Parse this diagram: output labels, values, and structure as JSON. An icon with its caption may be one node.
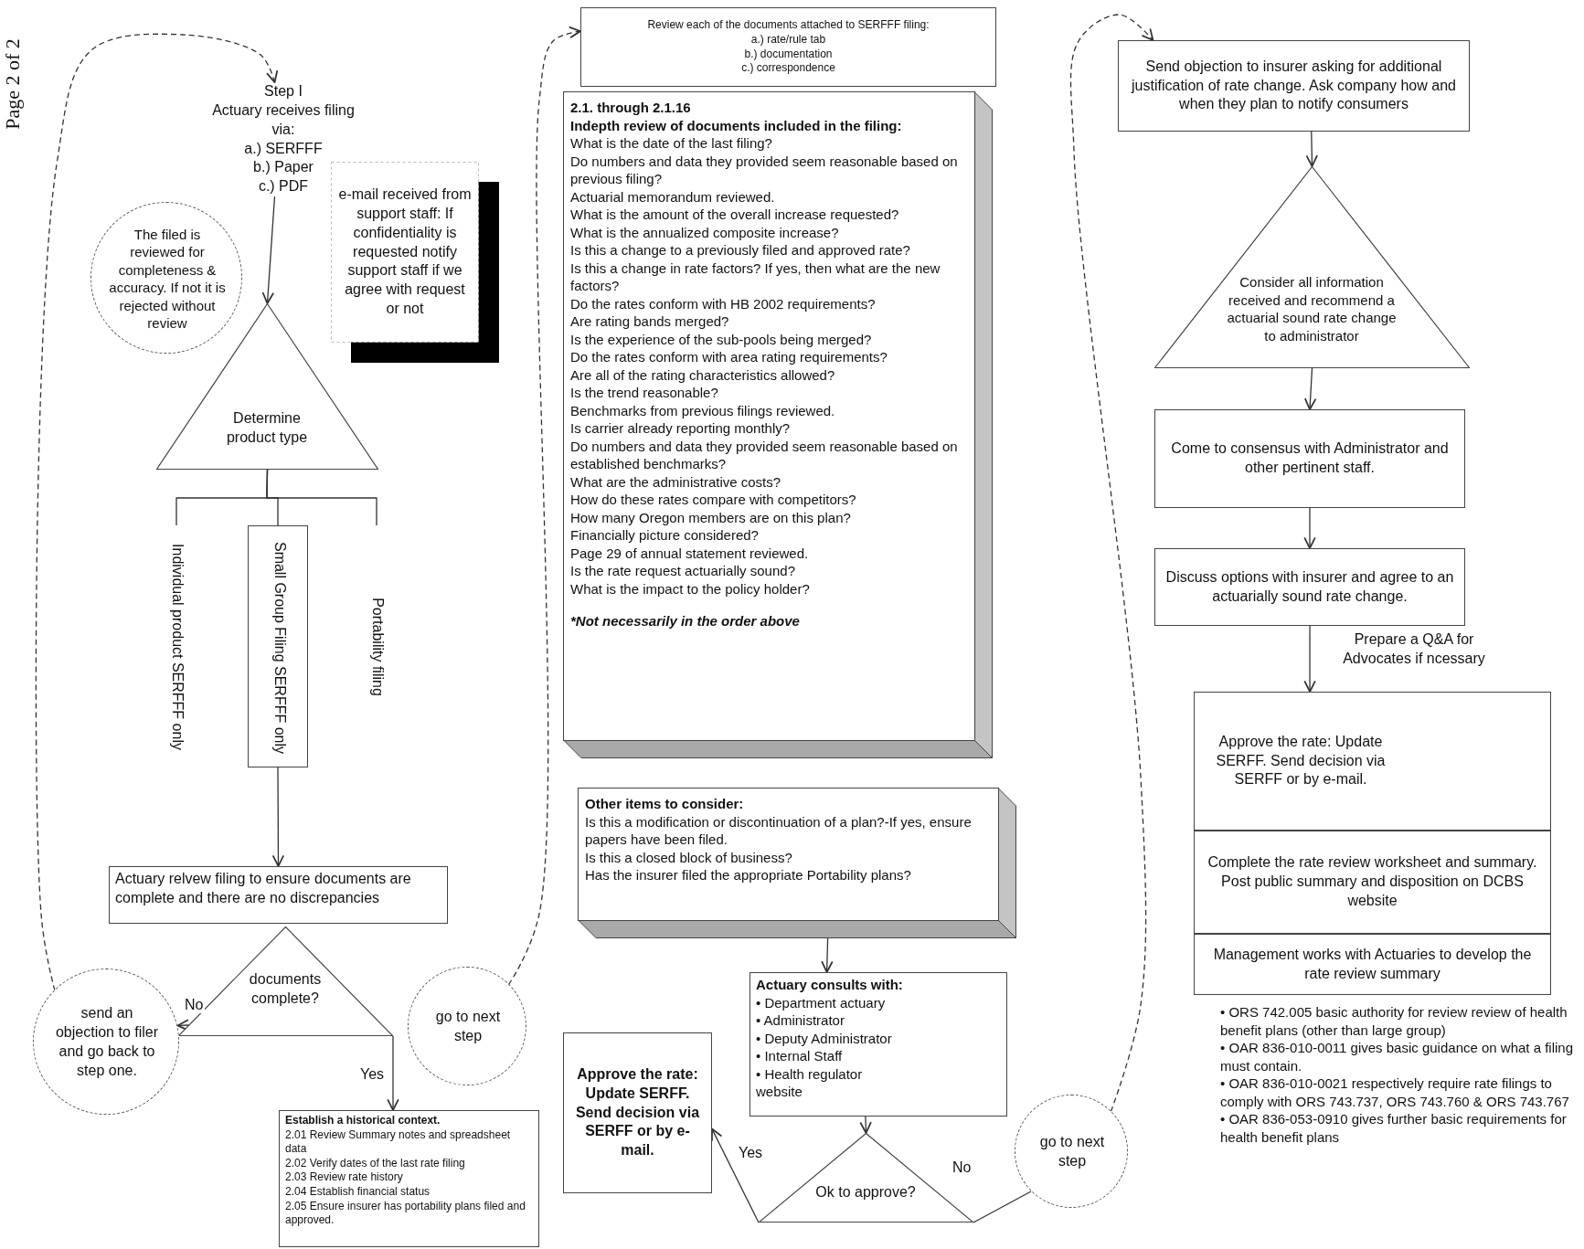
{
  "diagram": {
    "nodes": [
      {
        "text": [
          "Step I",
          "Actuary receives filing via:",
          "a.) SERFFF",
          "b.) Paper",
          "c.) PDF"
        ]
      },
      {
        "text": [
          "The filed is reviewed for completeness & accuracy. If not it is rejected without review"
        ]
      },
      {
        "text": [
          "e-mail received from support staff: If confidentiality is requested notify support staff if we agree with request or not"
        ]
      },
      {
        "text": [
          "Determine product type"
        ]
      },
      {
        "text": [
          "Individual product SERFFF only"
        ]
      },
      {
        "text": [
          "Small Group Filing SERFFF only"
        ]
      },
      {
        "text": [
          "Portability filing"
        ]
      },
      {
        "text": [
          "Actuary relvew filing to ensure documents are complete and there are no discrepancies"
        ]
      },
      {
        "text": [
          "documents complete?"
        ]
      },
      {
        "text": [
          "send an objection to filer and go back to step one."
        ]
      },
      {
        "text": [
          "go to next step"
        ]
      },
      {
        "text": [
          "Establish a historical context.",
          "2.01 Review Summary notes and spreadsheet data",
          "2.02 Verify dates of the last rate filing",
          "2.03 Review rate history",
          "2.04 Establish financial status",
          "2.05 Ensure insurer has portability plans filed and approved."
        ]
      },
      {
        "text": [
          "Review each of the documents attached to SERFFF filing:",
          "a.) rate/rule tab",
          "b.) documentation",
          "c.) correspondence"
        ]
      },
      {
        "text": [
          "2.1. through 2.1.16",
          "Indepth review of documents included in the filing:",
          "What is the date of the last filing?",
          "Do numbers and data they provided seem reasonable based on previous filing?",
          "Actuarial memorandum reviewed.",
          "What is the amount of the overall increase requested?",
          "What is the annualized composite increase?",
          "Is this a change to a previously filed and approved rate?",
          "Is this a change in rate factors? If yes, then what are the new factors?",
          "Do the rates conform with HB 2002 requirements?",
          "Are rating bands merged?",
          "Is the experience of the sub-pools being merged?",
          "Do the rates conform with area rating requirements?",
          "Are all of the rating characteristics allowed?",
          "Is the trend reasonable?",
          "Benchmarks from previous filings reviewed.",
          "Is carrier already reporting monthly?",
          "Do numbers and data they provided seem reasonable based on established benchmarks?",
          "What are the administrative costs?",
          "How do these rates compare with competitors?",
          "How many Oregon members are on this plan?",
          "Financially picture considered?",
          "Page 29 of annual statement reviewed.",
          "Is the rate request actuarially sound?",
          "What is the impact to the policy holder?",
          "*Not necessarily in the order above"
        ]
      },
      {
        "text": [
          "Other items to consider:",
          "Is this a modification or discontinuation of a plan?-If yes, ensure papers have been filed.",
          "Is this a closed block of business?",
          "Has the insurer filed the appropriate Portability plans?"
        ]
      },
      {
        "text": [
          "Actuary consults with:",
          "• Department actuary",
          "• Administrator",
          "• Deputy Administrator",
          "• Internal Staff",
          "• Health regulator",
          "website"
        ]
      },
      {
        "text": [
          "Ok to approve?"
        ]
      },
      {
        "text": [
          "Approve the rate: Update SERFF. Send decision via SERFF or by e-mail."
        ]
      },
      {
        "text": [
          "go to next step"
        ]
      },
      {
        "text": [
          "Send objection to insurer asking for additional justification of rate change. Ask company how and when they plan to notify consumers"
        ]
      },
      {
        "text": [
          "Consider all information received and recommend a actuarial sound rate change to administrator"
        ]
      },
      {
        "text": [
          "Come to consensus with Administrator and other pertinent staff."
        ]
      },
      {
        "text": [
          "Discuss options with insurer and agree to an actuarially sound rate change."
        ]
      },
      {
        "text": [
          "Approve the rate: Update SERFF. Send decision via SERFF or by e-mail."
        ]
      },
      {
        "text": [
          "Complete the rate review worksheet and summary. Post public summary and disposition on DCBS website"
        ]
      },
      {
        "text": [
          "Management works with Actuaries to develop the rate review summary"
        ]
      }
    ],
    "edges": [
      {
        "from": 0,
        "to": 3,
        "arrow": "to"
      },
      {
        "from": 3,
        "to": 4,
        "arrow": "none"
      },
      {
        "from": 3,
        "to": 5,
        "arrow": "none"
      },
      {
        "from": 3,
        "to": 6,
        "arrow": "none"
      },
      {
        "from": 5,
        "to": 7,
        "arrow": "to"
      },
      {
        "from": 8,
        "to": 9,
        "arrow": "to",
        "label": "No"
      },
      {
        "from": 8,
        "to": 11,
        "arrow": "to",
        "label": "Yes"
      },
      {
        "from": 9,
        "to": 0,
        "arrow": "to",
        "style": "dashed"
      },
      {
        "from": 10,
        "to": 12,
        "arrow": "to",
        "style": "dashed"
      },
      {
        "from": 14,
        "to": 15,
        "arrow": "to"
      },
      {
        "from": 15,
        "to": 16,
        "arrow": "to"
      },
      {
        "from": 16,
        "to": 17,
        "arrow": "to",
        "label": "Yes"
      },
      {
        "from": 16,
        "to": 18,
        "arrow": "none",
        "label": "No"
      },
      {
        "from": 18,
        "to": 19,
        "arrow": "to",
        "style": "dashed"
      },
      {
        "from": 19,
        "to": 20,
        "arrow": "to"
      },
      {
        "from": 20,
        "to": 21,
        "arrow": "to"
      },
      {
        "from": 21,
        "to": 22,
        "arrow": "to"
      },
      {
        "from": 22,
        "to": 23,
        "arrow": "to"
      }
    ],
    "labels": [
      "Page 2 of 2",
      "Prepare a Q&A for Advocates if ncessary",
      "• ORS 742.005 basic authority for review review of health benefit plans (other than large group)",
      "• OAR 836-010-0011 gives basic guidance on what a filing must contain.",
      "• OAR 836-010-0021 respectively require rate filings to comply with ORS 743.737, ORS 743.760 & ORS 743.767",
      "• OAR 836-053-0910 gives further basic requirements for health benefit plans"
    ]
  }
}
